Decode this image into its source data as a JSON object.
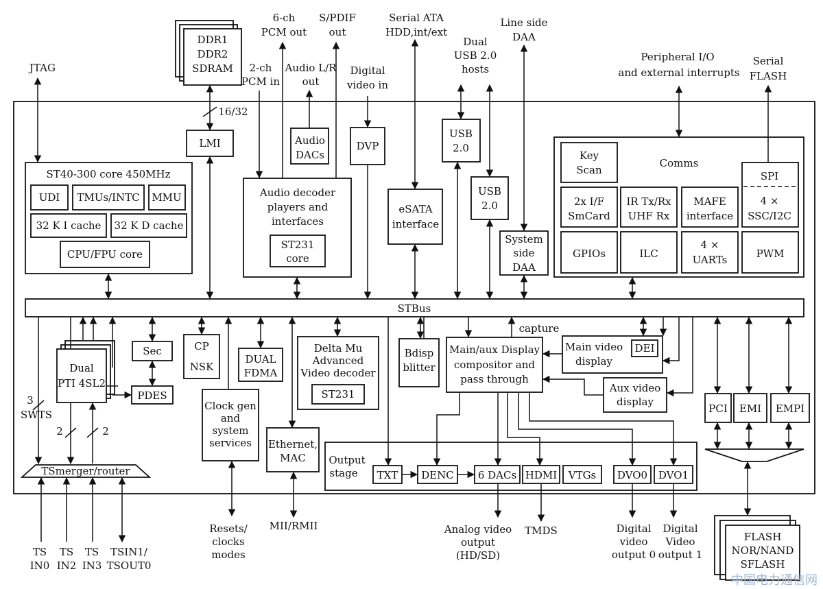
{
  "external": {
    "jtag": "JTAG",
    "ddr": [
      "DDR1",
      "DDR2",
      "SDRAM"
    ],
    "bus_width": "16/32",
    "pcm2": [
      "2-ch",
      "PCM in"
    ],
    "pcm6": [
      "6-ch",
      "PCM out"
    ],
    "audio_lr": [
      "Audio L/R",
      "out"
    ],
    "spdif": [
      "S/PDIF",
      "out"
    ],
    "digital_video_in": [
      "Digital",
      "video in"
    ],
    "sata": [
      "Serial ATA",
      "HDD,int/ext"
    ],
    "usb_hosts": [
      "Dual",
      "USB 2.0",
      "hosts"
    ],
    "line_daa": [
      "Line side",
      "DAA"
    ],
    "peripheral_io": [
      "Peripheral I/O",
      "and external interrupts"
    ],
    "serial_flash": [
      "Serial",
      "FLASH"
    ],
    "swts": [
      "3",
      "SWTS"
    ],
    "two_a": "2",
    "two_b": "2",
    "ts": [
      [
        "TS",
        "IN0"
      ],
      [
        "TS",
        "IN2"
      ],
      [
        "TS",
        "IN3"
      ],
      [
        "TSIN1/",
        "TSOUT0"
      ]
    ],
    "resets": [
      "Resets/",
      "clocks",
      "modes"
    ],
    "mii": "MII/RMII",
    "analog_out": [
      "Analog video",
      "output",
      "(HD/SD)"
    ],
    "tmds": "TMDS",
    "dvo0_out": [
      "Digital",
      "video",
      "output 0"
    ],
    "dvo1_out": [
      "Digital",
      "Video",
      "output 1"
    ],
    "flash": [
      "FLASH",
      "NOR/NAND",
      "SFLASH"
    ]
  },
  "blocks": {
    "lmi": "LMI",
    "core_title": "ST40-300 core 450MHz",
    "udi": "UDI",
    "tmus": "TMUs/INTC",
    "mmu": "MMU",
    "icache": "32 K I  cache",
    "dcache": "32 K D cache",
    "cpufpu": "CPU/FPU core",
    "audio_dacs": [
      "Audio",
      "DACs"
    ],
    "audio_decoder": [
      "Audio decoder",
      "players and",
      "interfaces"
    ],
    "st231_audio": [
      "ST231",
      "core"
    ],
    "dvp": "DVP",
    "esata": [
      "eSATA",
      "interface"
    ],
    "usb1": [
      "USB",
      "2.0"
    ],
    "usb2": [
      "USB",
      "2.0"
    ],
    "system_daa": [
      "System",
      "side",
      "DAA"
    ],
    "comms": "Comms",
    "key_scan": [
      "Key",
      "Scan"
    ],
    "spi": "SPI",
    "ssc": [
      "4 ×",
      "SSC/I2C"
    ],
    "smcard": [
      "2x I/F",
      "SmCard"
    ],
    "irtx": [
      "IR Tx/Rx",
      "UHF Rx"
    ],
    "mafe": [
      "MAFE",
      "interface"
    ],
    "gpios": "GPIOs",
    "ilc": "ILC",
    "uarts": [
      "4 ×",
      "UARTs"
    ],
    "pwm": "PWM",
    "stbus": "STBus",
    "capture": "capture",
    "pti": [
      "Dual",
      "PTI 4SL2"
    ],
    "sec": "Sec",
    "pdes": "PDES",
    "cp": "CP",
    "nsk": "NSK",
    "clock_gen": [
      "Clock gen",
      "and",
      "system",
      "services"
    ],
    "fdma": [
      "DUAL",
      "FDMA"
    ],
    "ethernet": [
      "Ethernet,",
      "MAC"
    ],
    "delta": [
      "Delta Mu",
      "Advanced",
      "Video decoder"
    ],
    "st231_video": "ST231",
    "bdisp": [
      "Bdisp",
      "blitter"
    ],
    "compositor": [
      "Main/aux Display",
      "compositor and",
      "pass through"
    ],
    "main_video": [
      "Main video",
      "display"
    ],
    "dei": "DEI",
    "aux_video": [
      "Aux video",
      "display"
    ],
    "output_stage": [
      "Output",
      "stage"
    ],
    "txt": "TXT",
    "denc": "DENC",
    "dacs6": "6 DACs",
    "hdmi": "HDMI",
    "vtgs": "VTGs",
    "dvo0": "DVO0",
    "dvo1": "DVO1",
    "pci": "PCI",
    "emi": "EMI",
    "empi": "EMPI",
    "tsmerger": "TSmerger/router"
  },
  "watermark": "中国电力通信网"
}
